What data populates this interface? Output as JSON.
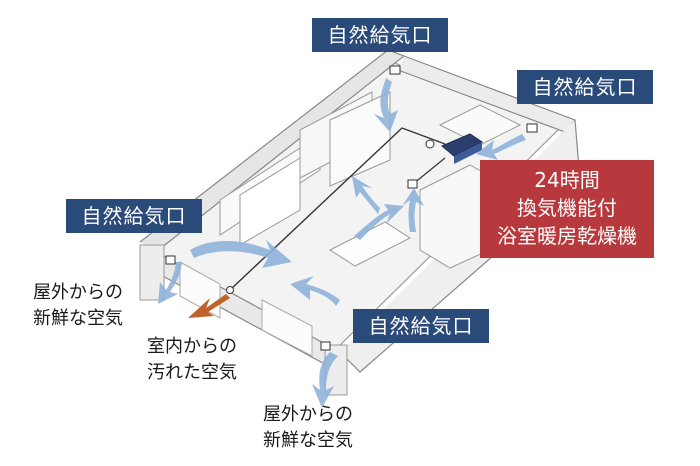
{
  "intake_label": "自然給気口",
  "bath_system": {
    "lines": [
      "24時間",
      "換気機能付",
      "浴室暖房乾燥機"
    ],
    "color": "#b7393d"
  },
  "notes": {
    "outdoor_fresh_air": [
      "屋外からの",
      "新鮮な空気"
    ],
    "indoor_stale_air": [
      "室内からの",
      "汚れた空気"
    ]
  },
  "colors": {
    "label_fill": "#2a4a7a",
    "fresh_air_arrow": "#8fb3da",
    "stale_air_arrow": "#c0622c",
    "floor": "#f2f2f2",
    "wall_line": "#888888"
  }
}
